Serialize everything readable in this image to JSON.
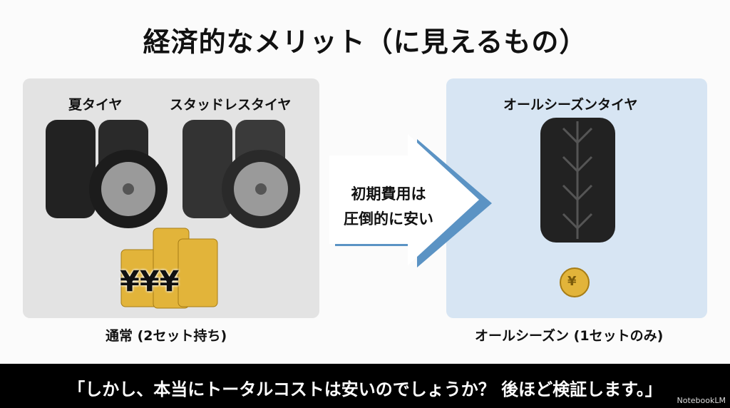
{
  "title": "経済的なメリット（に見えるもの）",
  "left_panel": {
    "summer_label": "夏タイヤ",
    "studless_label": "スタッドレスタイヤ",
    "coins_text": "¥¥¥",
    "caption": "通常 (2セット持ち)"
  },
  "arrow": {
    "line1": "初期費用は",
    "line2": "圧倒的に安い"
  },
  "right_panel": {
    "label": "オールシーズンタイヤ",
    "coin_symbol": "¥",
    "caption": "オールシーズン (1セットのみ)"
  },
  "subtitle": "「しかし、本当にトータルコストは安いのでしょうか？ 後ほど検証します。」",
  "brand": "NotebookLM",
  "colors": {
    "left_panel": "#e3e3e3",
    "right_panel": "#d7e5f3",
    "arrow_edge": "#5b93c4",
    "coin": "#e2b43a"
  }
}
